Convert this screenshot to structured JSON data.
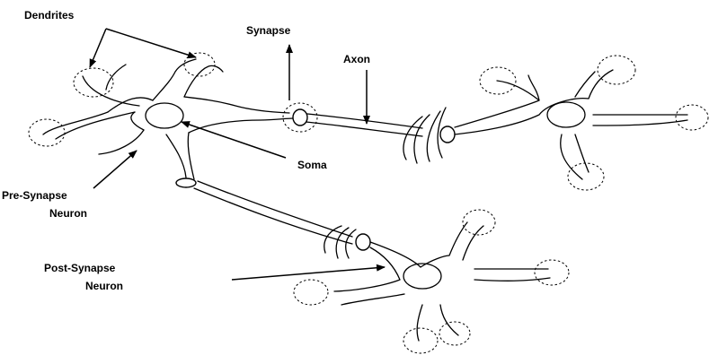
{
  "labels": {
    "dendrites": "Dendrites",
    "synapse": "Synapse",
    "axon": "Axon",
    "soma": "Soma",
    "pre_synapse_line1": "Pre-Synapse",
    "pre_synapse_line2": "Neuron",
    "post_synapse_line1": "Post-Synapse",
    "post_synapse_line2": "Neuron"
  },
  "colors": {
    "line": "#000000",
    "background": "#ffffff"
  }
}
